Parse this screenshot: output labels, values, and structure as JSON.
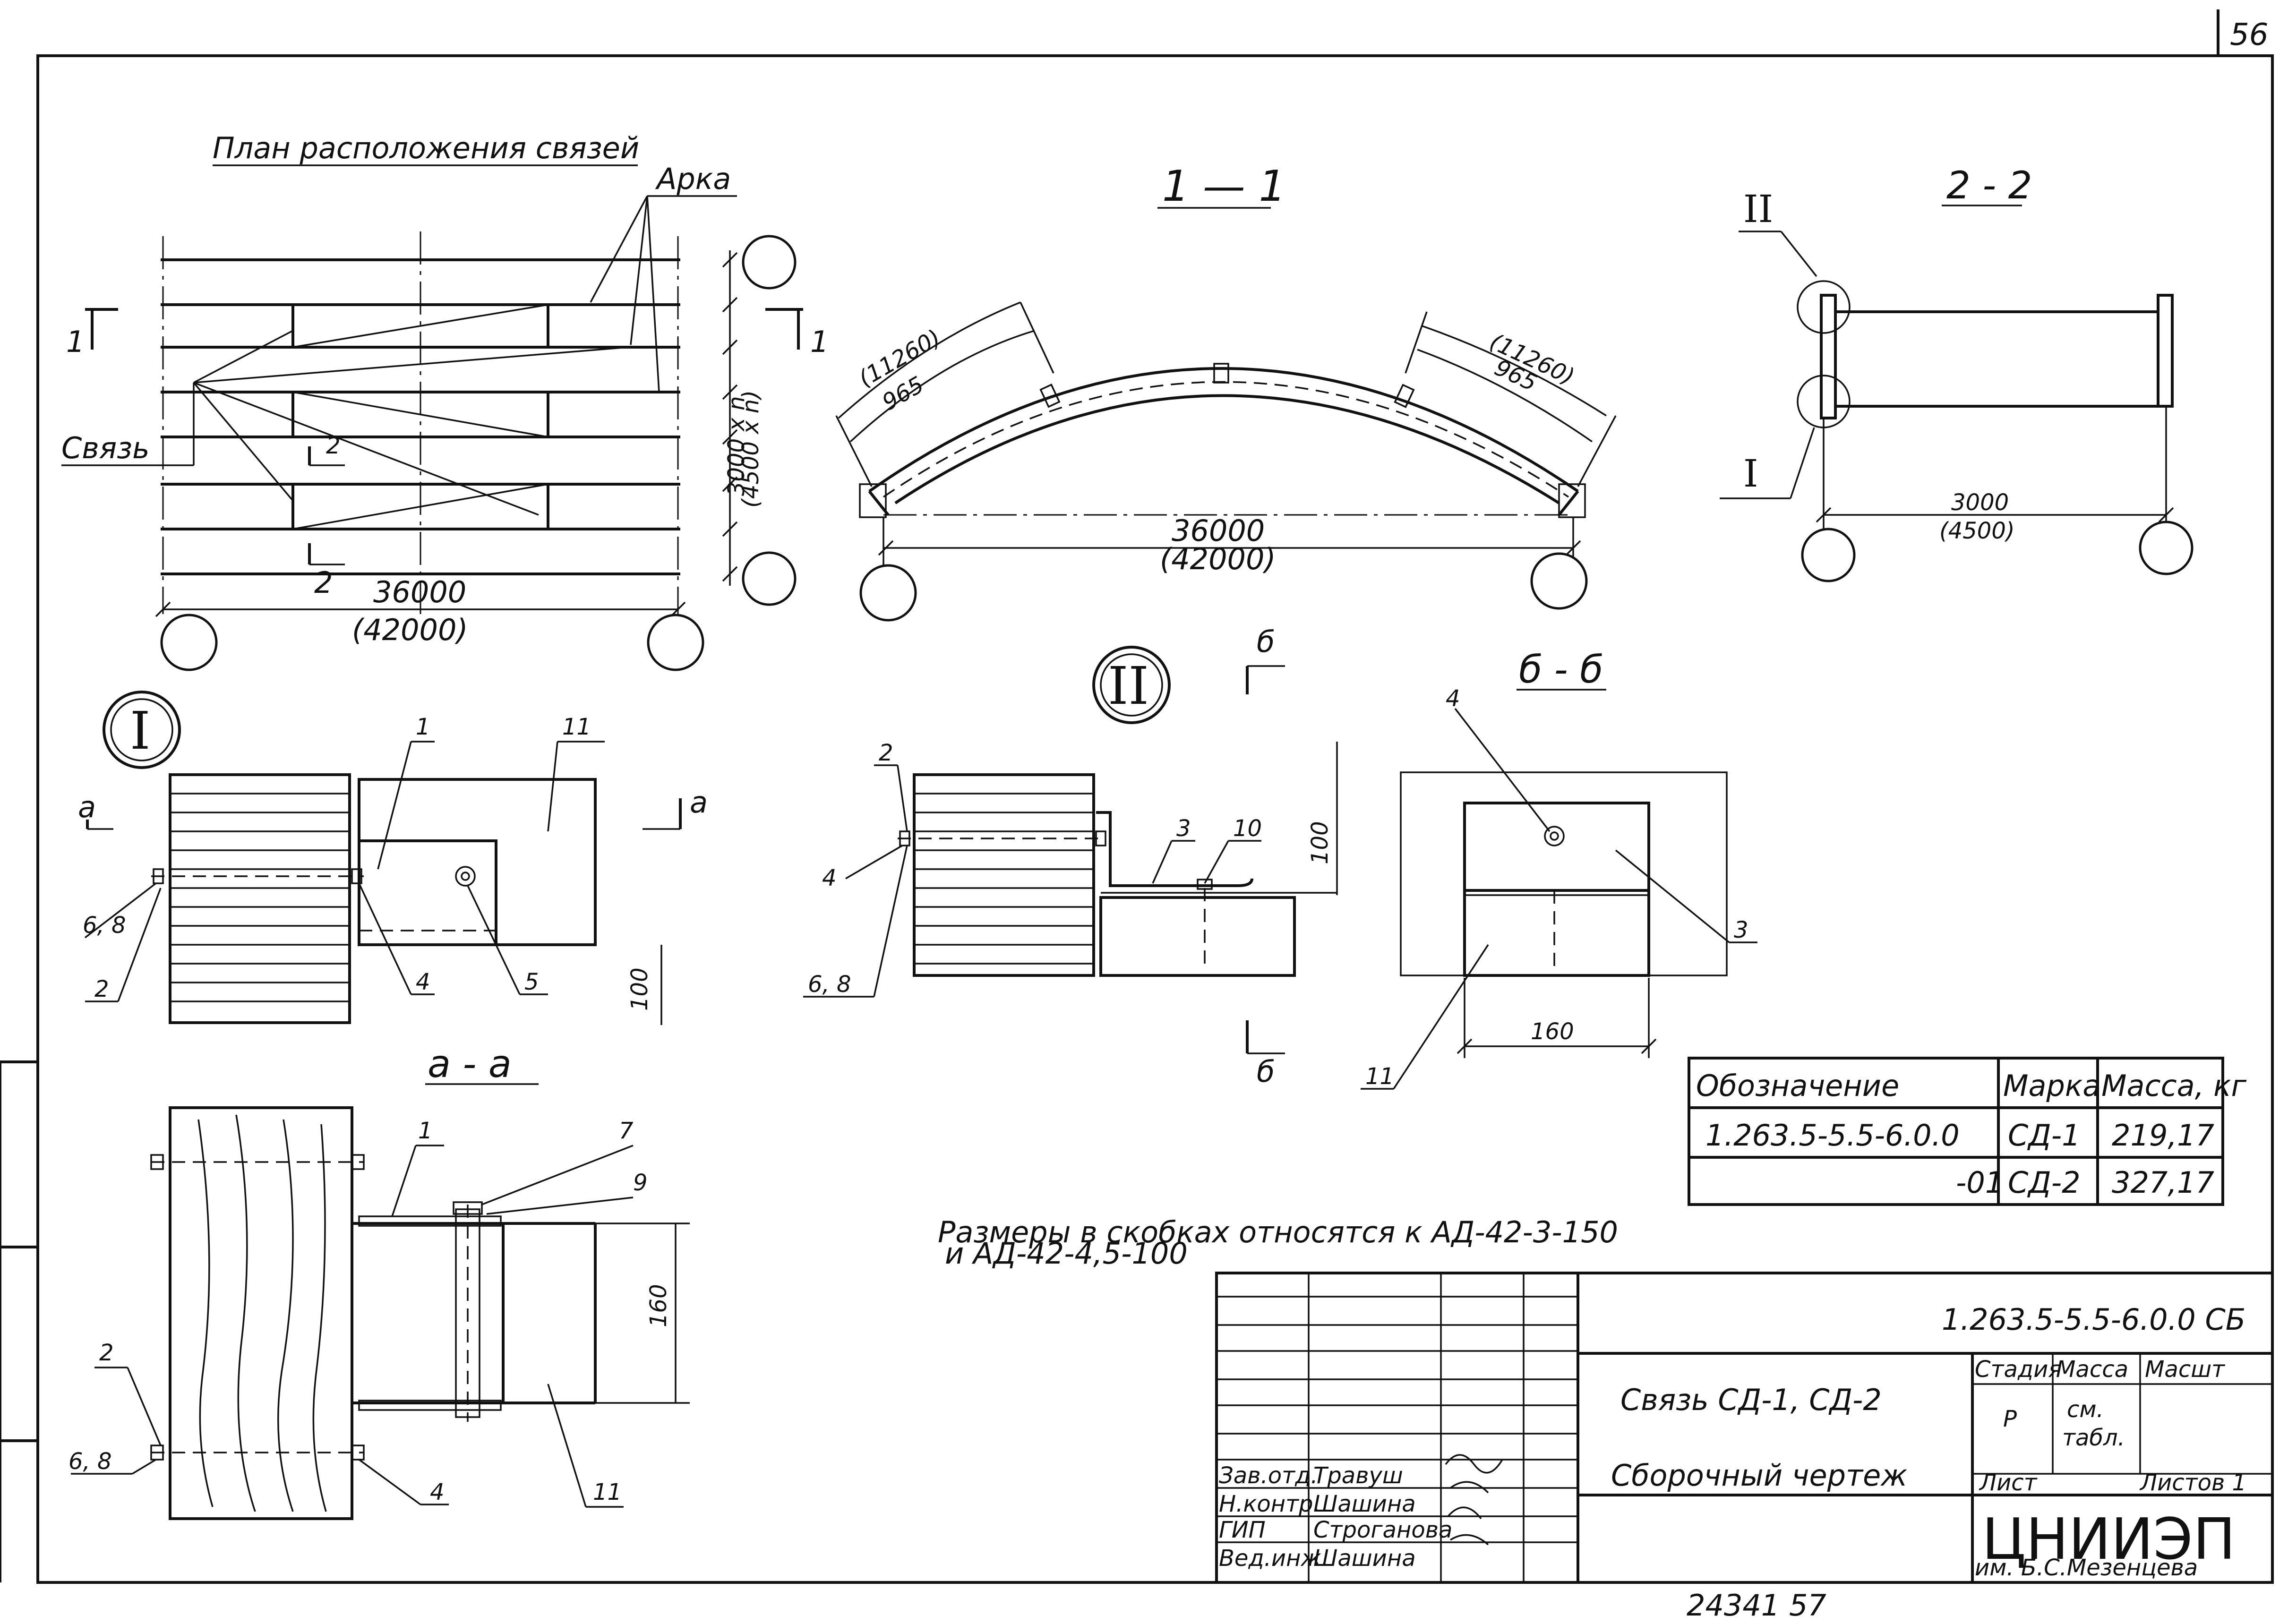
{
  "page_number": "56",
  "bottom_number": "24341  57",
  "plan": {
    "title": "План расположения связей",
    "arch_label": "Арка",
    "brace_label": "Связь",
    "dim_span": "36000",
    "dim_span_alt": "(42000)",
    "dim_step": "3000 x n",
    "dim_step_alt": "(4500 x n)",
    "section1": "1",
    "section2": "2"
  },
  "section_1_1": {
    "title": "1 — 1",
    "dim_left_alt": "(11260)",
    "dim_left": "965",
    "dim_right_alt": "(11260)",
    "dim_right": "965",
    "dim_span": "36000",
    "dim_span_alt": "(42000)"
  },
  "section_2_2": {
    "title": "2 - 2",
    "node_top": "II",
    "node_bottom": "I",
    "dim": "3000",
    "dim_alt": "(4500)"
  },
  "node_I": {
    "mark": "I",
    "cut_label": "a",
    "labels": [
      "1",
      "11",
      "6, 8",
      "2",
      "4",
      "5",
      "100"
    ]
  },
  "node_II": {
    "mark": "II",
    "cut_label": "б",
    "labels": [
      "2",
      "4",
      "6, 8",
      "3",
      "10",
      "100"
    ]
  },
  "section_bb": {
    "title": "б - б",
    "labels": [
      "4",
      "3",
      "11",
      "160"
    ]
  },
  "section_aa": {
    "title": "а - а",
    "labels": [
      "1",
      "7",
      "9",
      "2",
      "6, 8",
      "4",
      "11",
      "160"
    ]
  },
  "spec_table": {
    "headers": [
      "Обозначение",
      "Марка",
      "Масса, кг"
    ],
    "rows": [
      [
        "1.263.5-5.5-6.0.0",
        "СД-1",
        "219,17"
      ],
      [
        "-01",
        "СД-2",
        "327,17"
      ]
    ]
  },
  "note": {
    "line1": "Размеры в скобках относятся к АД-42-3-150",
    "line2": "и АД-42-4,5-100"
  },
  "title_block": {
    "doc_code": "1.263.5-5.5-6.0.0 СБ",
    "name_line1": "Связь СД-1, СД-2",
    "name_line2": "Сборочный чертеж",
    "stage_header": "Стадия",
    "mass_header": "Масса",
    "scale_header": "Масшт",
    "stage_value": "Р",
    "mass_value_1": "см.",
    "mass_value_2": "табл.",
    "sheet_label": "Лист",
    "sheets_label": "Листов 1",
    "org_name": "ЦНИИЭП",
    "org_sub": "им. Б.С.Мезенцева",
    "signers": [
      {
        "role": "Зав.отд.",
        "name": "Травуш"
      },
      {
        "role": "Н.контр.",
        "name": "Шашина"
      },
      {
        "role": "ГИП",
        "name": "Строганова"
      },
      {
        "role": "Вед.инж.",
        "name": "Шашина"
      }
    ]
  }
}
